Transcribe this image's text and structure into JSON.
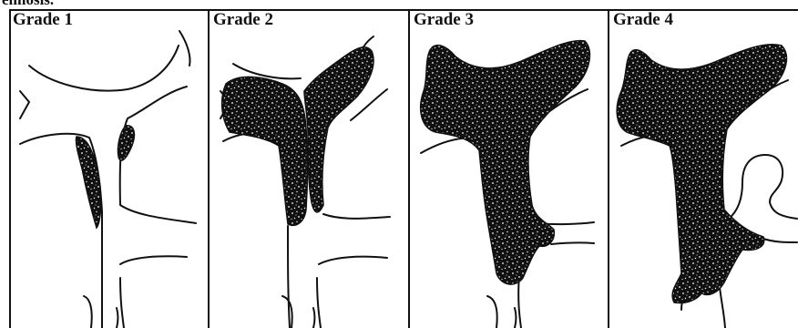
{
  "caption_fragment": "enhosis.",
  "panels": [
    {
      "label": "Grade 1",
      "fill_extent": "minimal"
    },
    {
      "label": "Grade 2",
      "fill_extent": "partial"
    },
    {
      "label": "Grade 3",
      "fill_extent": "complete"
    },
    {
      "label": "Grade 4",
      "fill_extent": "complete-with-expansion"
    }
  ],
  "colors": {
    "ink": "#111111",
    "background": "#ffffff",
    "speckle": "#ffffff"
  }
}
